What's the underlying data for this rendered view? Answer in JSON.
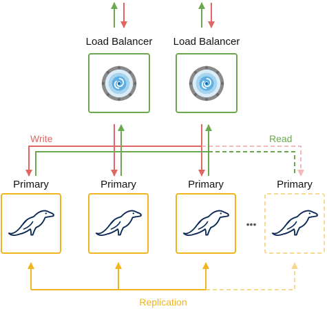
{
  "load_balancers": [
    {
      "label": "Load Balancer",
      "icon": "portal-swirl-icon"
    },
    {
      "label": "Load Balancer",
      "icon": "portal-swirl-icon"
    }
  ],
  "primaries": [
    {
      "label": "Primary",
      "icon": "seal-icon",
      "style": "solid"
    },
    {
      "label": "Primary",
      "icon": "seal-icon",
      "style": "solid"
    },
    {
      "label": "Primary",
      "icon": "seal-icon",
      "style": "solid"
    },
    {
      "label": "Primary",
      "icon": "seal-icon",
      "style": "dashed"
    }
  ],
  "flows": {
    "write_label": "Write",
    "read_label": "Read",
    "replication_label": "Replication"
  },
  "ellipsis": "•••",
  "colors": {
    "write": "#e06666",
    "write_faded": "#f4b6b6",
    "read": "#6aa84f",
    "read_faded": "#a9d18e",
    "replication": "#f0b41e",
    "replication_faded": "#f7d88f",
    "lb_border": "#6aa84f",
    "db_border": "#f0b41e",
    "db_border_faded": "#f7d88f"
  }
}
